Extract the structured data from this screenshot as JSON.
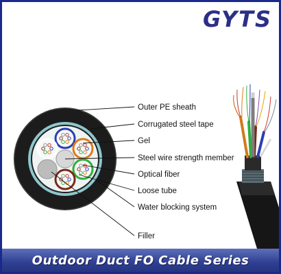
{
  "brand": "GYTS",
  "labels": {
    "outer_pe_sheath": "Outer PE sheath",
    "corrugated_steel_tape": "Corrugated steel tape",
    "gel": "Gel",
    "steel_wire_strength_member": "Steel wire strength member",
    "optical_fiber": "Optical fiber",
    "loose_tube": "Loose tube",
    "water_blocking_system": "Water blocking system",
    "filler": "Filler"
  },
  "banner": "Outdoor Duct FO Cable Series",
  "colors": {
    "brand": "#2c2f86",
    "banner_bg": "#2f3f93",
    "banner_text": "#ffffff",
    "frame": "#1a2a8c",
    "tube_blue": "#2a3fb0",
    "tube_orange": "#e07a1a",
    "tube_green": "#2fae3c",
    "tube_brown": "#7a2a14",
    "filler_gray": "#bcbcbc",
    "strength_member": "#d8d8d8",
    "sheath": "#1c1c1c",
    "steel_tape": "#8fc7cc"
  }
}
